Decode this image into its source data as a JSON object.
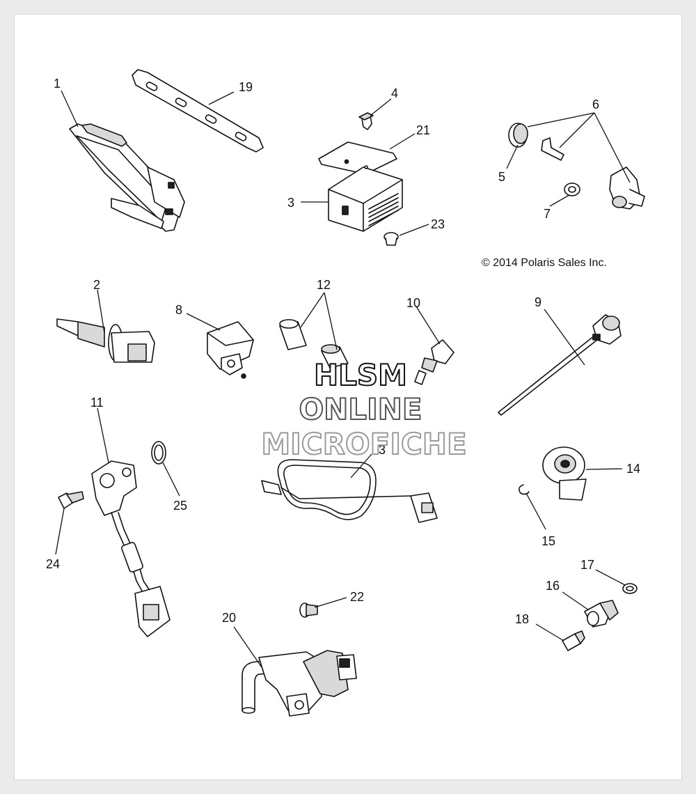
{
  "callouts": {
    "c1": "1",
    "c2": "2",
    "c3": "3",
    "c4": "4",
    "c5": "5",
    "c6": "6",
    "c7": "7",
    "c8": "8",
    "c9": "9",
    "c10": "10",
    "c11": "11",
    "c12": "12",
    "c13": "13",
    "c14": "14",
    "c15": "15",
    "c16": "16",
    "c17": "17",
    "c18": "18",
    "c19": "19",
    "c20": "20",
    "c21": "21",
    "c22": "22",
    "c23": "23",
    "c24": "24",
    "c25": "25"
  },
  "copyright": "© 2014 Polaris Sales Inc.",
  "watermark": {
    "line1": "HLSM",
    "line2": "ONLINE",
    "line3": "MICROFICHE"
  },
  "colors": {
    "background": "#ebebeb",
    "page": "#ffffff",
    "line": "#111111",
    "watermark_line1": "#111111",
    "watermark_line2": "#555555",
    "watermark_line3": "#9a9a9a"
  }
}
